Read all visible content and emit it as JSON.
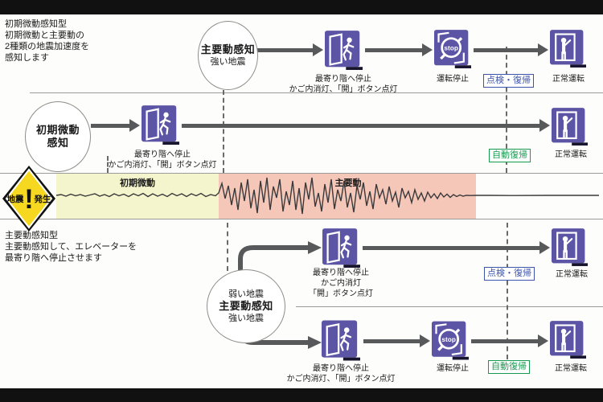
{
  "colors": {
    "icon_purple": "#5c54a4",
    "badge_blue": "#3d55a8",
    "badge_green": "#179a50",
    "band_yellow": "#f5f5cd",
    "band_pink": "#f5c7b8",
    "sign_yellow": "#f6d821",
    "arrow_gray": "#58595b"
  },
  "note_top": [
    "初期微動感知型",
    "初期微動と主要動の",
    "2種類の地震加速度を",
    "感知します"
  ],
  "note_bottom": [
    "主要動感知型",
    "主要動感知して、エレベーターを",
    "最寄り階へ停止させます"
  ],
  "circle_top": {
    "main": "主要動感知",
    "sub": "強い地震"
  },
  "circle_left": {
    "main": "初期微動",
    "sub": "感知"
  },
  "circle_bottom": {
    "top": "弱い地震",
    "main": "主要動感知",
    "bottom": "強い地震"
  },
  "quake_sign": {
    "left": "地震",
    "mark": "!",
    "right": "発生"
  },
  "wave": {
    "p_label": "初期微動",
    "s_label": "主要動"
  },
  "icons": {
    "stop_text": "stop"
  },
  "row1": {
    "stop_l1": "最寄り階へ停止",
    "stop_l2": "かご内消灯、「開」ボタン点灯",
    "halt": "運転停止",
    "badge": "点検・復帰",
    "normal": "正常運転"
  },
  "row2": {
    "stop_l1": "最寄り階へ停止",
    "stop_l2": "かご内消灯、「開」ボタン点灯",
    "badge": "自動復帰",
    "normal": "正常運転"
  },
  "row3": {
    "stop_l1": "最寄り階へ停止",
    "stop_l2": "かご内消灯",
    "stop_l3": "「開」ボタン点灯",
    "badge": "点検・復帰",
    "normal": "正常運転"
  },
  "row4": {
    "stop_l1": "最寄り階へ停止",
    "stop_l2": "かご内消灯、「開」ボタン点灯",
    "halt": "運転停止",
    "badge": "自動復帰",
    "normal": "正常運転"
  }
}
